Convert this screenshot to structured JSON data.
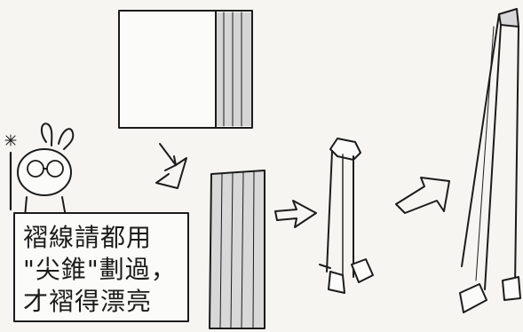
{
  "instructions": {
    "line1": "褶線請都用",
    "line2": "\"尖錐\"劃過，",
    "line3": "才褶得漂亮"
  },
  "colors": {
    "ink": "#1b1b1b",
    "paper": "#f6f5f1",
    "shade": "#cfcfcf"
  }
}
